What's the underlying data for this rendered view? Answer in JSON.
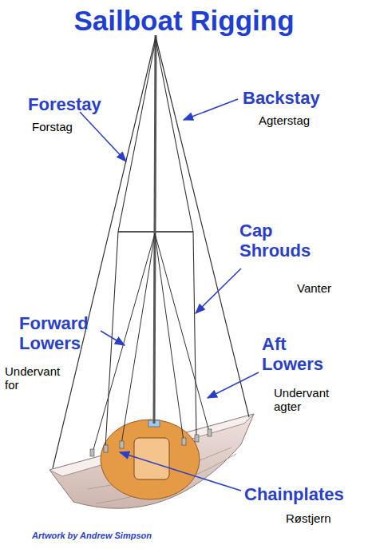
{
  "diagram": {
    "title": "Sailboat Rigging",
    "labels": [
      "Forestay",
      "Forstag",
      "Backstay",
      "Agterstag",
      "Cap Shrouds",
      "Vanter",
      "Forward Lowers",
      "Undervant for",
      "Aft Lowers",
      "Undervant agter",
      "Chainplates",
      "Røstjern",
      "Artwork by Andrew Simpson"
    ]
  }
}
